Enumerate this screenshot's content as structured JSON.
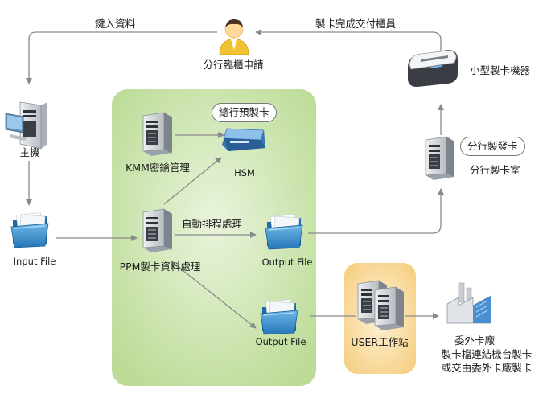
{
  "nodes": {
    "branch_counter": "分行臨櫃申請",
    "host": "主機",
    "input_file": "Input File",
    "kmm": "KMM密鑰管理",
    "hsm": "HSM",
    "ppm": "PPM製卡資料處理",
    "output_file_1": "Output File",
    "output_file_2": "Output File",
    "user_station": "USER工作站",
    "small_machine": "小型製卡機器",
    "branch_room": "分行製卡室",
    "outsource_lines": [
      "委外卡廠",
      "製卡檔連結機台製卡",
      "或交由委外卡廠製卡"
    ]
  },
  "badges": {
    "hq_precard": "總行預製卡",
    "branch_issue": "分行製發卡"
  },
  "edges": {
    "key_in": "鍵入資料",
    "card_done": "製卡完成交付櫃員",
    "auto_sched": "自動排程處理"
  },
  "colors": {
    "green_zone": "#cfe6b3",
    "user_zone": "#fbe2ad",
    "arrow": "#8a8a8a",
    "folder": "#3d92cf",
    "server": "#cfd3d8"
  }
}
